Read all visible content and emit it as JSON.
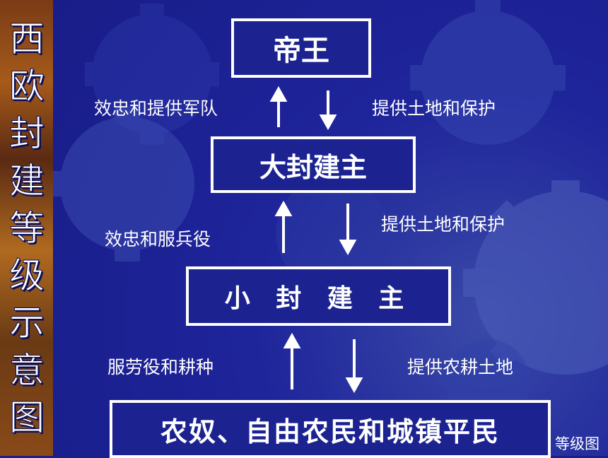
{
  "sidebar_title": [
    "西",
    "欧",
    "封",
    "建",
    "等",
    "级",
    "示",
    "意",
    "图"
  ],
  "levels": {
    "emperor": "帝王",
    "great_lord": "大封建主",
    "small_lord": "小 封 建 主",
    "commoners": "农奴、自由农民和城镇平民"
  },
  "relations": {
    "emperor_up": "效忠和提供军队",
    "emperor_down": "提供土地和保护",
    "great_up": "效忠和服兵役",
    "great_down": "提供土地和保护",
    "small_up": "服劳役和耕种",
    "small_down": "提供农耕土地"
  },
  "corner_label": "等级图",
  "colors": {
    "background": "#1a1f8a",
    "box_border": "#ffffff",
    "text": "#ffffff"
  }
}
